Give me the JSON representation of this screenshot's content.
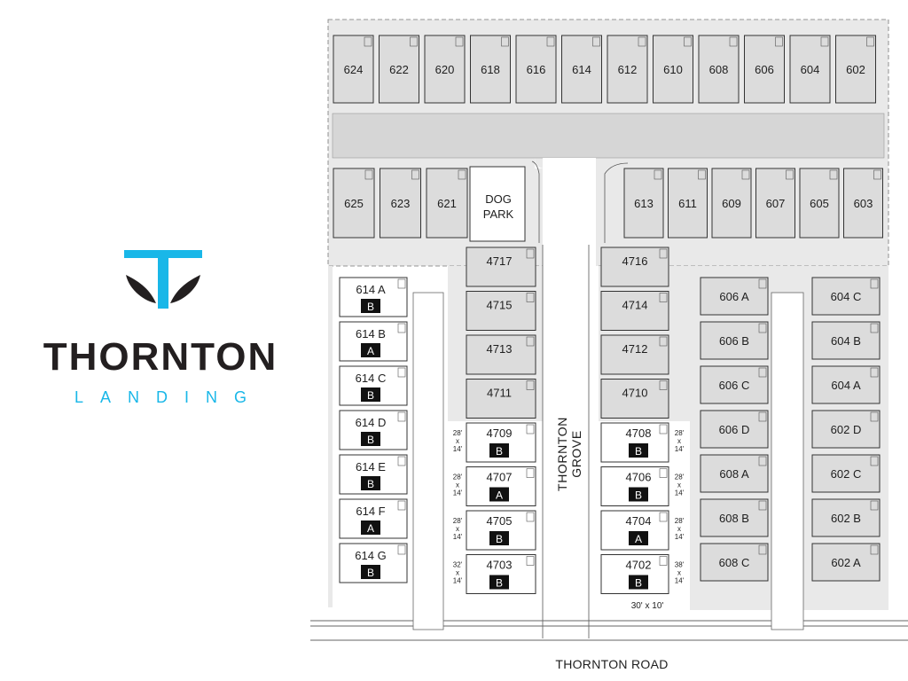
{
  "brand": {
    "name": "THORNTON",
    "subtitle": "LANDING",
    "accent_color": "#19b7e8",
    "dark_color": "#231f20",
    "icon": "thornton-landing-logo-icon"
  },
  "map": {
    "road_label": "THORNTON ROAD",
    "street_label": "THORNTON GROVE",
    "dog_park": {
      "line1": "DOG",
      "line2": "PARK"
    },
    "driveway_note": "30' x 10'",
    "colors": {
      "lot_fill": "#dcdcdc",
      "lot_stroke": "#333333",
      "badge": "#111111",
      "white_lot": "#ffffff"
    },
    "top_row": [
      "624",
      "622",
      "620",
      "618",
      "616",
      "614",
      "612",
      "610",
      "608",
      "606",
      "604",
      "602"
    ],
    "second_row_left": [
      "625",
      "623",
      "621"
    ],
    "second_row_right": [
      "613",
      "611",
      "609",
      "607",
      "605",
      "603"
    ],
    "west_townhomes": [
      {
        "label": "614 A",
        "type": "B"
      },
      {
        "label": "614 B",
        "type": "A"
      },
      {
        "label": "614 C",
        "type": "B"
      },
      {
        "label": "614 D",
        "type": "B"
      },
      {
        "label": "614 E",
        "type": "B"
      },
      {
        "label": "614 F",
        "type": "A"
      },
      {
        "label": "614 G",
        "type": "B"
      }
    ],
    "center_left_units": [
      {
        "label": "4717",
        "type": "",
        "dims": []
      },
      {
        "label": "4715",
        "type": "",
        "dims": []
      },
      {
        "label": "4713",
        "type": "",
        "dims": []
      },
      {
        "label": "4711",
        "type": "",
        "dims": []
      },
      {
        "label": "4709",
        "type": "B",
        "dims": [
          "28'",
          "x",
          "14'"
        ]
      },
      {
        "label": "4707",
        "type": "A",
        "dims": [
          "28'",
          "x",
          "14'"
        ]
      },
      {
        "label": "4705",
        "type": "B",
        "dims": [
          "28'",
          "x",
          "14'"
        ]
      },
      {
        "label": "4703",
        "type": "B",
        "dims": [
          "32'",
          "x",
          "14'"
        ]
      }
    ],
    "center_right_units": [
      {
        "label": "4716",
        "type": "",
        "dims": []
      },
      {
        "label": "4714",
        "type": "",
        "dims": []
      },
      {
        "label": "4712",
        "type": "",
        "dims": []
      },
      {
        "label": "4710",
        "type": "",
        "dims": []
      },
      {
        "label": "4708",
        "type": "B",
        "dims": [
          "28'",
          "x",
          "14'"
        ]
      },
      {
        "label": "4706",
        "type": "B",
        "dims": [
          "28'",
          "x",
          "14'"
        ]
      },
      {
        "label": "4704",
        "type": "A",
        "dims": [
          "28'",
          "x",
          "14'"
        ]
      },
      {
        "label": "4702",
        "type": "B",
        "dims": [
          "38'",
          "x",
          "14'"
        ]
      }
    ],
    "east_col_a": [
      "606 A",
      "606 B",
      "606 C",
      "606 D",
      "608 A",
      "608 B",
      "608 C"
    ],
    "east_col_b": [
      "604 C",
      "604 B",
      "604 A",
      "602 D",
      "602 C",
      "602 B",
      "602 A"
    ]
  }
}
